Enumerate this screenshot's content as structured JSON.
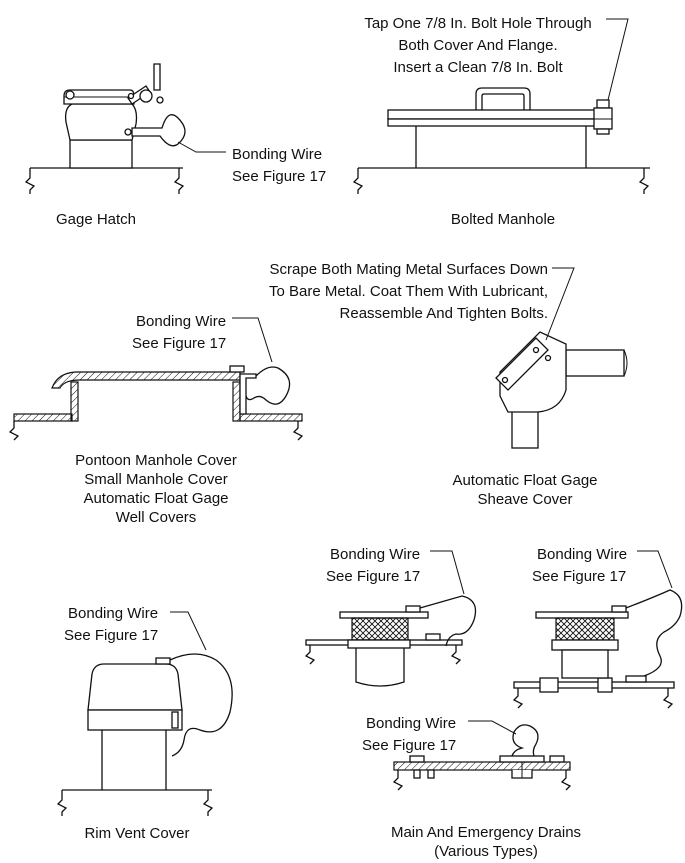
{
  "gage_hatch": {
    "caption": "Gage Hatch",
    "callout": [
      "Bonding Wire",
      "See Figure 17"
    ]
  },
  "bolted_manhole": {
    "caption": "Bolted Manhole",
    "callout": [
      "Tap One 7/8 In. Bolt Hole Through",
      "Both Cover And Flange.",
      "Insert a Clean 7/8 In. Bolt"
    ]
  },
  "pontoon_manhole": {
    "caption": [
      "Pontoon Manhole Cover",
      "Small Manhole Cover",
      "Automatic Float Gage",
      "Well Covers"
    ],
    "callout": [
      "Bonding Wire",
      "See Figure 17"
    ]
  },
  "float_gage_sheave": {
    "caption": [
      "Automatic Float Gage",
      "Sheave Cover"
    ],
    "callout": [
      "Scrape Both Mating Metal Surfaces Down",
      "To Bare Metal. Coat Them With Lubricant,",
      "Reassemble And Tighten Bolts."
    ]
  },
  "rim_vent": {
    "caption": "Rim Vent Cover",
    "callout": [
      "Bonding Wire",
      "See Figure 17"
    ]
  },
  "drains": {
    "caption": [
      "Main And Emergency Drains",
      "(Various Types)"
    ],
    "callout_left": [
      "Bonding Wire",
      "See Figure 17"
    ],
    "callout_right": [
      "Bonding Wire",
      "See Figure 17"
    ],
    "callout_bottom": [
      "Bonding Wire",
      "See Figure 17"
    ]
  }
}
